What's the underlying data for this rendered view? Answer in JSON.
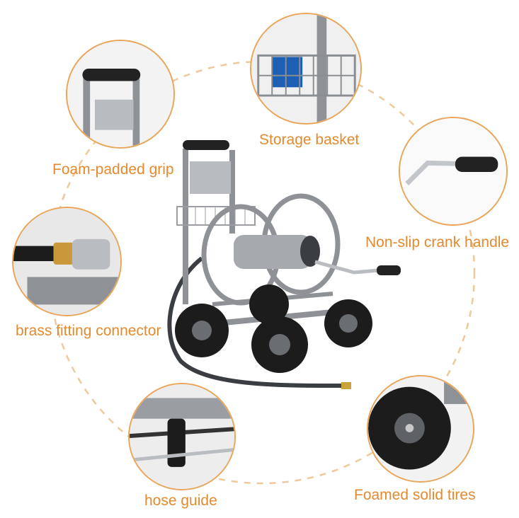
{
  "labels": {
    "grip": "Foam-padded grip",
    "basket": "Storage basket",
    "crank": "Non-slip crank handle",
    "brass": "brass fitting connector",
    "guide": "hose guide",
    "tires": "Foamed solid tires"
  },
  "colors": {
    "label": "#e38a2e",
    "ring": "#e9a65a",
    "dashes": "#f0c99a",
    "frame": "#8e9196",
    "tire": "#1c1c1c"
  }
}
